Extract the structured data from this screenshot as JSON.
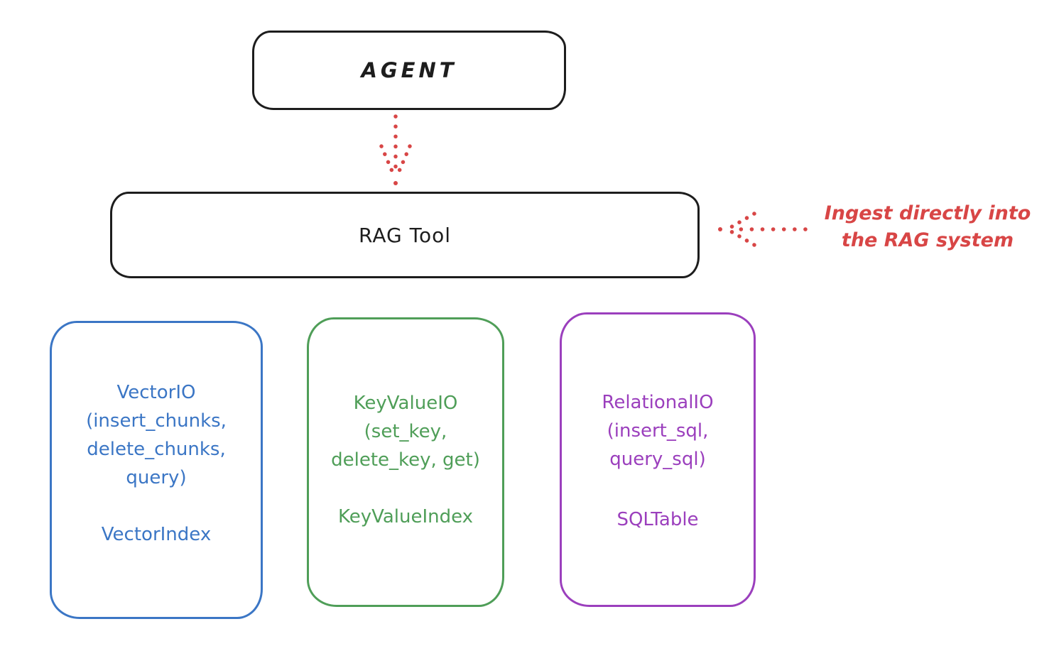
{
  "agent_box": {
    "label": "AGENT"
  },
  "rag_tool_box": {
    "label": "RAG Tool"
  },
  "annotation": {
    "lines": [
      "Ingest directly into",
      "the RAG system"
    ]
  },
  "io_boxes": [
    {
      "name": "vector-io",
      "lines": [
        "VectorIO",
        "(insert_chunks,",
        "delete_chunks,",
        "query)"
      ],
      "footer": "VectorIndex",
      "color": "#3b76c5"
    },
    {
      "name": "keyvalue-io",
      "lines": [
        "KeyValueIO",
        "(set_key,",
        "delete_key, get)"
      ],
      "footer": "KeyValueIndex",
      "color": "#4f9e58"
    },
    {
      "name": "relational-io",
      "lines": [
        "RelationalIO",
        "(insert_sql,",
        "query_sql)"
      ],
      "footer": "SQLTable",
      "color": "#9b3fbd"
    }
  ],
  "colors": {
    "box_stroke": "#1d1d1d",
    "accent_red": "#d84646",
    "vector_blue": "#3b76c5",
    "keyvalue_green": "#4f9e58",
    "relational_purple": "#9b3fbd"
  }
}
